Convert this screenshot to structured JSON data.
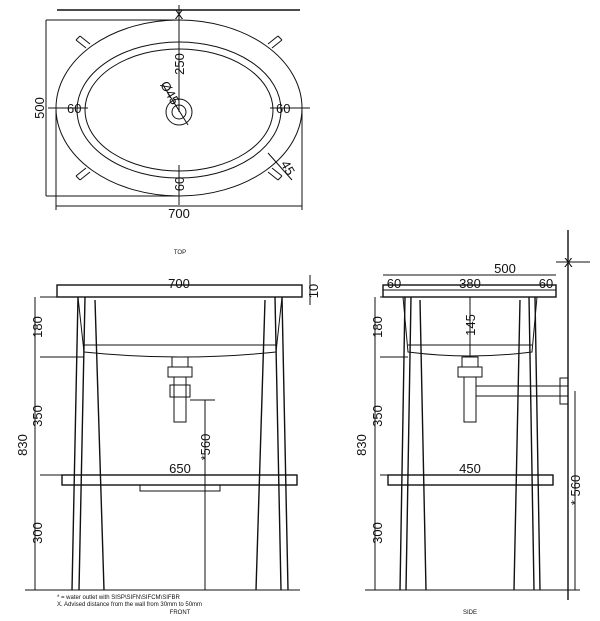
{
  "top_view": {
    "title": "TOP",
    "x_mark": "X",
    "dim_width": "700",
    "dim_depth": "500",
    "dim_center": "250",
    "dim_drain": "Ø45",
    "dim_left": "60",
    "dim_right": "60",
    "dim_bottom": "60",
    "dim_leg_angle": "45"
  },
  "front_view": {
    "title": "FRONT",
    "dim_width": "700",
    "dim_top_thickness": "10",
    "dim_height": "830",
    "dim_upper": "180",
    "dim_middle": "350",
    "dim_lower": "300",
    "dim_shelf": "650",
    "dim_outlet": "*560"
  },
  "side_view": {
    "title": "SIDE",
    "x_mark": "X",
    "dim_depth": "500",
    "dim_left": "60",
    "dim_mid": "380",
    "dim_right": "60",
    "dim_basin": "145",
    "dim_height": "830",
    "dim_upper": "180",
    "dim_middle": "350",
    "dim_lower": "300",
    "dim_shelf": "450",
    "dim_outlet": "* 560"
  },
  "notes": [
    "* = water outlet with SISP\\SIFN\\SIFCM\\SIFBR",
    "X. Advised distance from the wall from 30mm to 50mm"
  ]
}
